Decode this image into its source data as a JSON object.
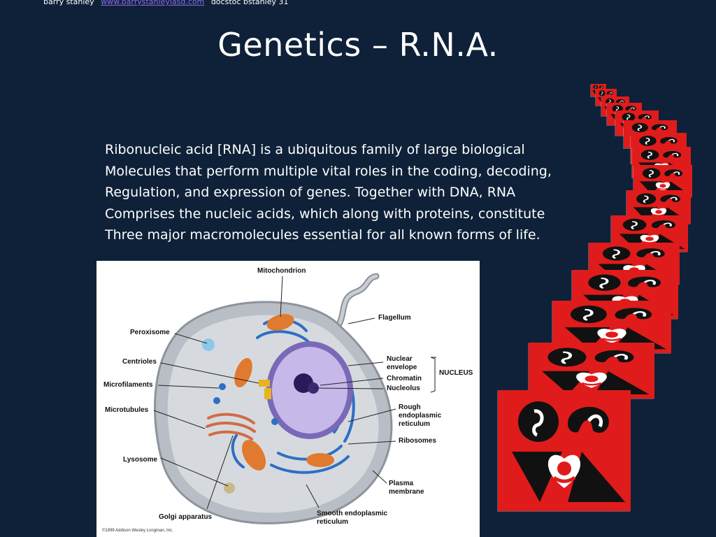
{
  "header": {
    "author": "barry stanley",
    "link": "www.barrystanleylasd.com",
    "source": "docstoc  bstanley 31"
  },
  "slide": {
    "title": "Genetics – R.N.A.",
    "paragraph_lines": [
      "Ribonucleic acid [RNA] is a ubiquitous family of large biological",
      "Molecules that perform multiple vital roles in the coding, decoding,",
      "Regulation, and expression of genes. Together with DNA, RNA",
      "Comprises the nucleic acids, which along with proteins, constitute",
      "Three major macromolecules essential for all known forms of life."
    ]
  },
  "diagram": {
    "labels": {
      "mitochondrion": "Mitochondrion",
      "flagellum": "Flagellum",
      "peroxisome": "Peroxisome",
      "centrioles": "Centrioles",
      "microfilaments": "Microfilaments",
      "microtubules": "Microtubules",
      "lysosome": "Lysosome",
      "golgi": "Golgi apparatus",
      "nuclear_envelope_1": "Nuclear",
      "nuclear_envelope_2": "envelope",
      "chromatin": "Chromatin",
      "nucleolus": "Nucleolus",
      "nucleus": "NUCLEUS",
      "rough_er_1": "Rough",
      "rough_er_2": "endoplasmic",
      "rough_er_3": "reticulum",
      "ribosomes": "Ribosomes",
      "plasma_1": "Plasma",
      "plasma_2": "membrane",
      "smooth_er_1": "Smooth endoplasmic",
      "smooth_er_2": "reticulum"
    },
    "copyright": "©1999 Addison Wesley Longman, Inc."
  },
  "colors": {
    "background": "#0e2138",
    "card_red": "#e01b1b",
    "link": "#8a6be6"
  },
  "icons": [
    "logo-card-icon"
  ]
}
